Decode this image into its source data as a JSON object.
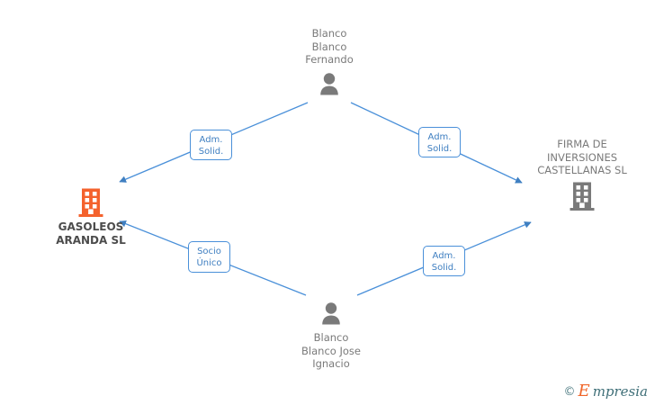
{
  "diagram": {
    "type": "org-relationship-graph",
    "background": "#ffffff",
    "edge_color": "#4a90d9",
    "nodes": [
      {
        "id": "person-top",
        "kind": "person",
        "name": "Blanco\nBlanco\nFernando",
        "icon": "person-icon",
        "icon_color": "#7a7a7a",
        "label_position": "above"
      },
      {
        "id": "company-right",
        "kind": "company",
        "name": "FIRMA DE\nINVERSIONES\nCASTELLANAS SL",
        "icon": "building-icon",
        "icon_color": "#7a7a7a",
        "label_position": "above"
      },
      {
        "id": "company-left",
        "kind": "company",
        "name": "GASOLEOS\nARANDA SL",
        "icon": "building-icon",
        "icon_color": "#f4622d",
        "label_position": "below"
      },
      {
        "id": "person-bottom",
        "kind": "person",
        "name": "Blanco\nBlanco Jose\nIgnacio",
        "icon": "person-icon",
        "icon_color": "#7a7a7a",
        "label_position": "below"
      }
    ],
    "edges": [
      {
        "id": "edge-top-left",
        "from": "person-top",
        "to": "company-left",
        "label": "Adm.\nSolid."
      },
      {
        "id": "edge-top-right",
        "from": "person-top",
        "to": "company-right",
        "label": "Adm.\nSolid."
      },
      {
        "id": "edge-bottom-left",
        "from": "person-bottom",
        "to": "company-left",
        "label": "Socio\nÚnico"
      },
      {
        "id": "edge-bottom-right",
        "from": "person-bottom",
        "to": "company-right",
        "label": "Adm.\nSolid."
      }
    ]
  },
  "watermark": {
    "copyright": "©",
    "brand_initial": "E",
    "brand_rest": "mpresia"
  }
}
